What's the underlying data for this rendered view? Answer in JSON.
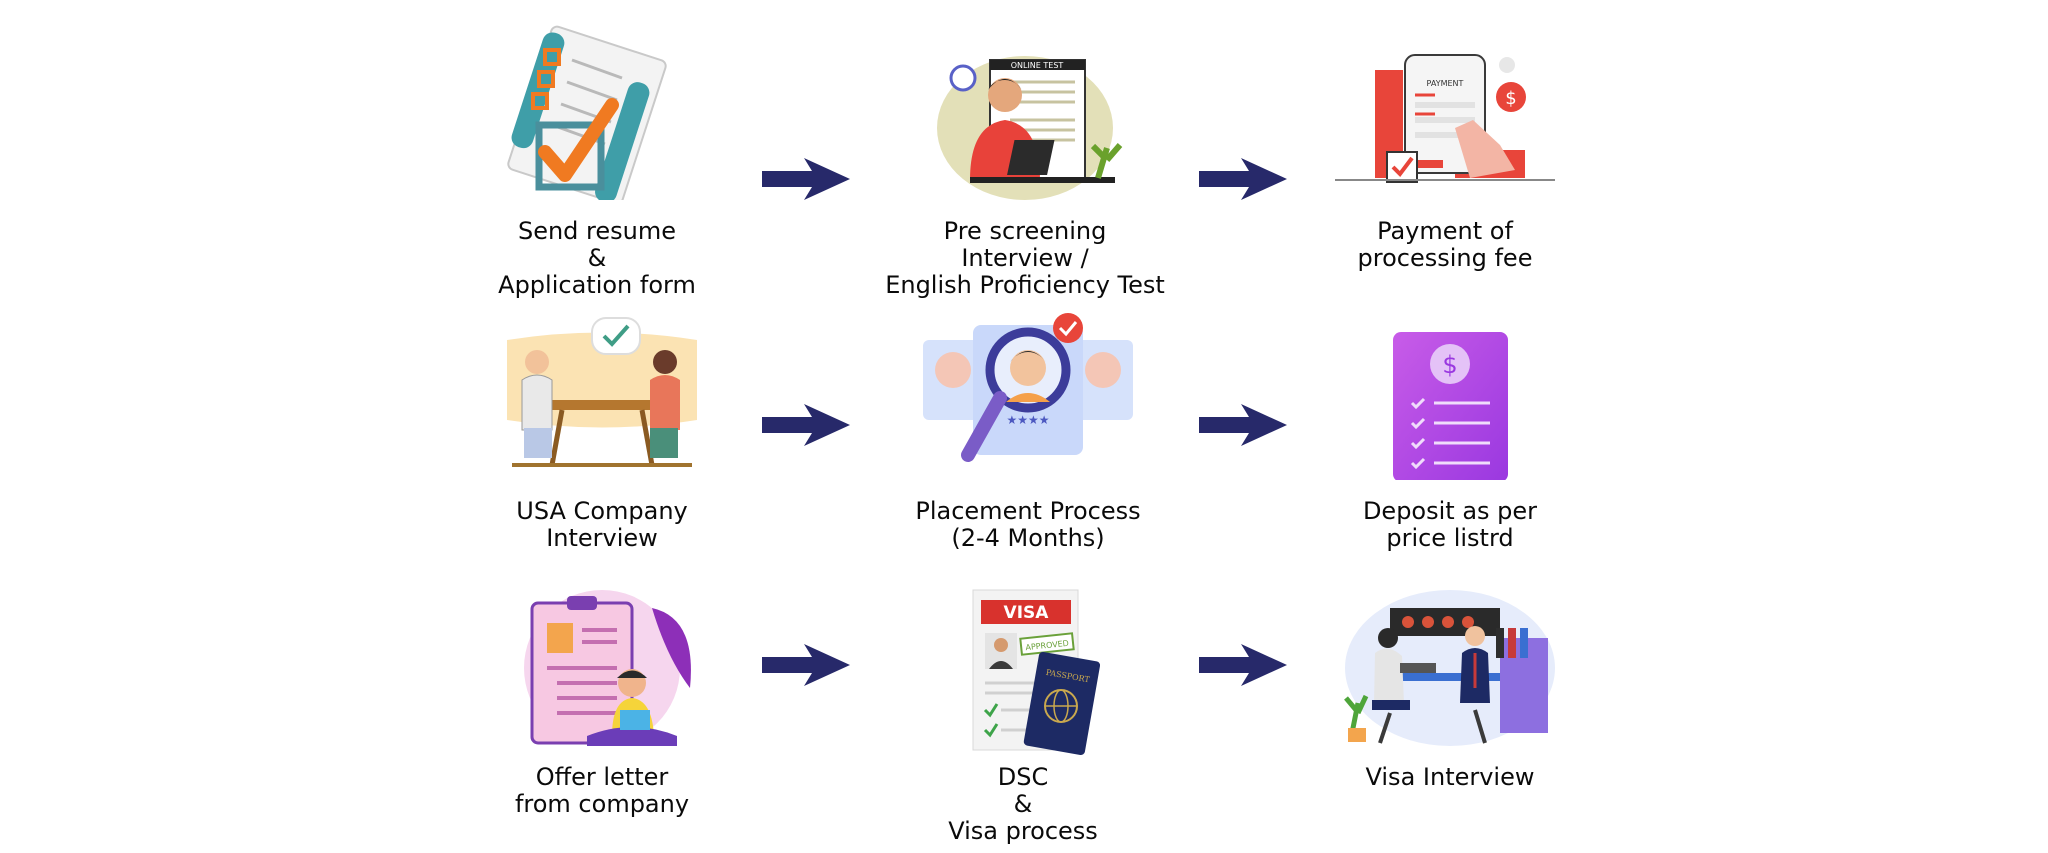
{
  "colors": {
    "arrow": "#27296a",
    "text": "#0a0a0a"
  },
  "steps": [
    {
      "label": "Send resume\n&\nApplication form",
      "icon": "checklist-document-icon"
    },
    {
      "label": "Pre screening\n Interview /\nEnglish Proficiency Test",
      "icon": "online-test-icon"
    },
    {
      "label": "Payment of\nprocessing fee",
      "icon": "mobile-payment-icon"
    },
    {
      "label": "USA Company\nInterview",
      "icon": "interview-meeting-icon"
    },
    {
      "label": "Placement  Process\n(2-4 Months)",
      "icon": "candidate-search-icon"
    },
    {
      "label": "Deposit as per\nprice listrd",
      "icon": "dollar-invoice-icon"
    },
    {
      "label": "Offer letter\nfrom company",
      "icon": "offer-letter-clipboard-icon"
    },
    {
      "label": "DSC\n&\nVisa process",
      "icon": "visa-passport-icon"
    },
    {
      "label": "Visa Interview",
      "icon": "visa-interview-desk-icon"
    }
  ],
  "illustration_text": {
    "online_test": "ONLINE TEST",
    "payment": "PAYMENT",
    "visa": "VISA",
    "approved": "APPROVED",
    "passport": "PASSPORT"
  }
}
